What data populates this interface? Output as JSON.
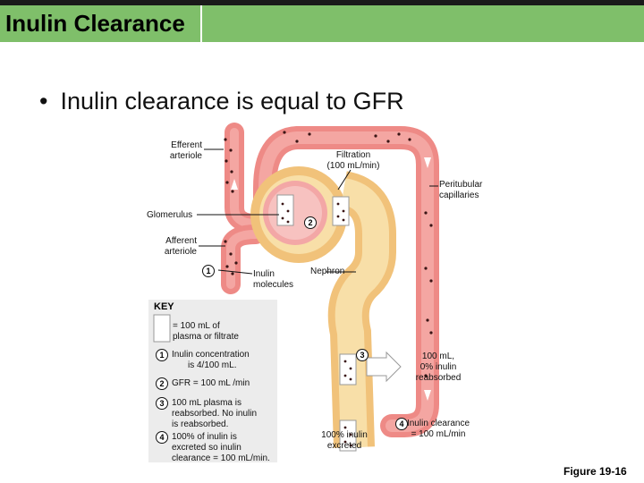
{
  "slide": {
    "title": "Inulin Clearance",
    "bullet": "Inulin clearance is equal to GFR",
    "figure_label": "Figure 19-16"
  },
  "labels": {
    "efferent_1": "Efferent",
    "efferent_2": "arteriole",
    "filtration_1": "Filtration",
    "filtration_2": "(100 mL/min)",
    "peritubular_1": "Peritubular",
    "peritubular_2": "capillaries",
    "glomerulus": "Glomerulus",
    "afferent_1": "Afferent",
    "afferent_2": "arteriole",
    "inulin_1": "Inulin",
    "inulin_2": "molecules",
    "nephron": "Nephron",
    "reabsorbed_1": "100 mL,",
    "reabsorbed_2": "0% inulin",
    "reabsorbed_3": "reabsorbed",
    "excreted_1": "100% inulin",
    "excreted_2": "excreted",
    "clearance_1": "Inulin clearance",
    "clearance_2": "= 100 mL/min"
  },
  "steps": {
    "s1": "1",
    "s2": "2",
    "s3": "3",
    "s4": "4"
  },
  "key": {
    "title": "KEY",
    "box_1": "= 100 mL of",
    "box_2": "plasma or filtrate",
    "k1_1": "Inulin concentration",
    "k1_2": "is 4/100 mL.",
    "k2": "GFR = 100 mL /min",
    "k3_1": "100 mL plasma is",
    "k3_2": "reabsorbed. No inulin",
    "k3_3": "is reabsorbed.",
    "k4_1": "100% of inulin is",
    "k4_2": "excreted so inulin",
    "k4_3": "clearance = 100 mL/min."
  },
  "colors": {
    "title_band": "#7fbf6a",
    "vessel": "#ee8a86",
    "vessel_inner": "#f6b7b3",
    "tubule": "#f1c27a",
    "tubule_inner": "#f8dfa8",
    "glomerulus": "#f3a7a6",
    "molecule": "#3a1515"
  }
}
